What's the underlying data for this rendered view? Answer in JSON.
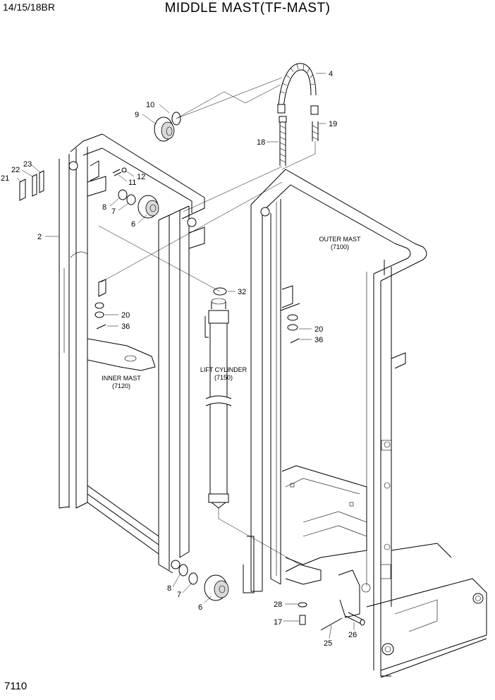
{
  "header": {
    "model": "14/15/18BR",
    "title": "MIDDLE MAST(TF-MAST)"
  },
  "footer": {
    "page_number": "7110"
  },
  "labels": {
    "outer_mast": [
      "OUTER MAST",
      "(7100)"
    ],
    "inner_mast": [
      "INNER MAST",
      "(7120)"
    ],
    "lift_cylinder": [
      "LIFT CYLINDER",
      "(7150)"
    ]
  },
  "callouts": {
    "c4": "4",
    "c19": "19",
    "c18": "18",
    "c10": "10",
    "c9": "9",
    "c23": "23",
    "c22": "22",
    "c21": "21",
    "c12": "12",
    "c11": "11",
    "c8a": "8",
    "c7a": "7",
    "c6a": "6",
    "c2": "2",
    "c32": "32",
    "c20a": "20",
    "c36a": "36",
    "c20b": "20",
    "c36b": "36",
    "c8b": "8",
    "c7b": "7",
    "c6b": "6",
    "c28": "28",
    "c17": "17",
    "c25": "25",
    "c26": "26"
  }
}
